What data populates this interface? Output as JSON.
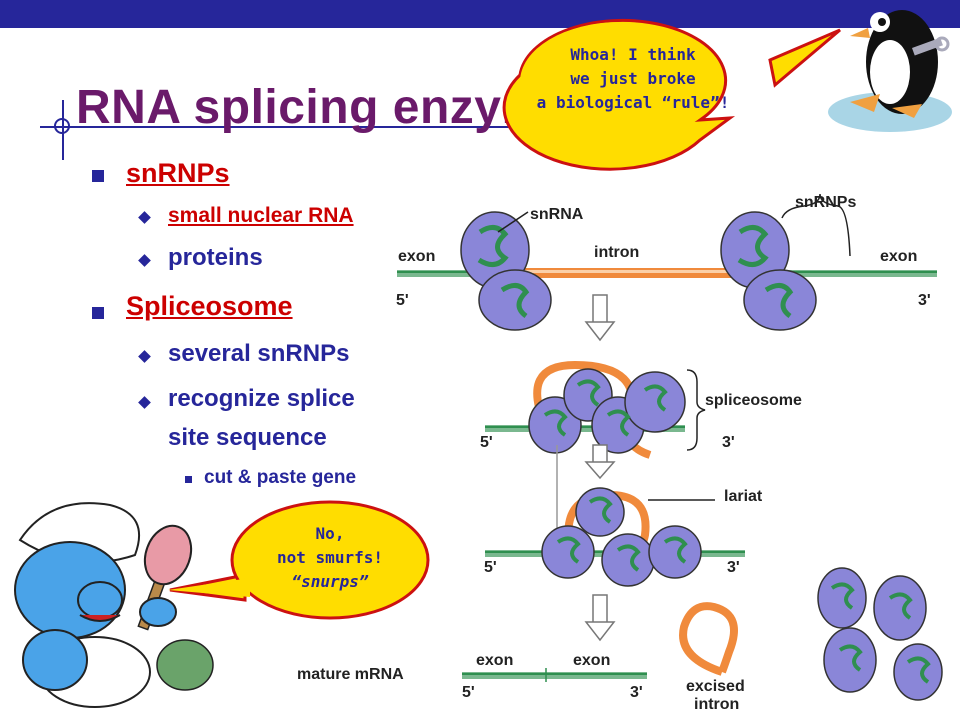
{
  "slide": {
    "title": "RNA splicing enzymes"
  },
  "bullets": {
    "snrnps": "snRNPs",
    "small_nuclear_rna": "small nuclear RNA",
    "proteins": "proteins",
    "spliceosome": "Spliceosome",
    "several_snrnps": "several snRNPs",
    "recognize_line1": "recognize splice",
    "recognize_line2": "site sequence",
    "cut_paste": "cut & paste gene"
  },
  "penguin_bubble": {
    "line1": "Whoa!  I think",
    "line2": "we just broke",
    "line3": "a biological “rule”!"
  },
  "smurf_bubble": {
    "line1": "No,",
    "line2": "not smurfs!",
    "line3": "“snurps”"
  },
  "diagram": {
    "snrna": "snRNA",
    "snrnps": "snRNPs",
    "exon_left": "exon",
    "intron": "intron",
    "exon_right": "exon",
    "five_prime_1": "5'",
    "three_prime_1": "3'",
    "spliceosome": "spliceosome",
    "five_prime_2": "5'",
    "three_prime_2": "3'",
    "lariat": "lariat",
    "five_prime_3": "5'",
    "three_prime_3": "3'",
    "mature_mrna": "mature mRNA",
    "exon_a": "exon",
    "exon_b": "exon",
    "five_prime_4": "5'",
    "three_prime_4": "3'",
    "excised": "excised",
    "excised_intron": "intron"
  },
  "colors": {
    "title": "#6a1a6a",
    "accent_blue": "#26269a",
    "highlight_red": "#cc0000",
    "bubble_yellow": "#ffdd00",
    "snrnp_purple": "#8a86d8",
    "rna_green": "#2f8f4f",
    "intron_orange": "#f08a3c"
  }
}
